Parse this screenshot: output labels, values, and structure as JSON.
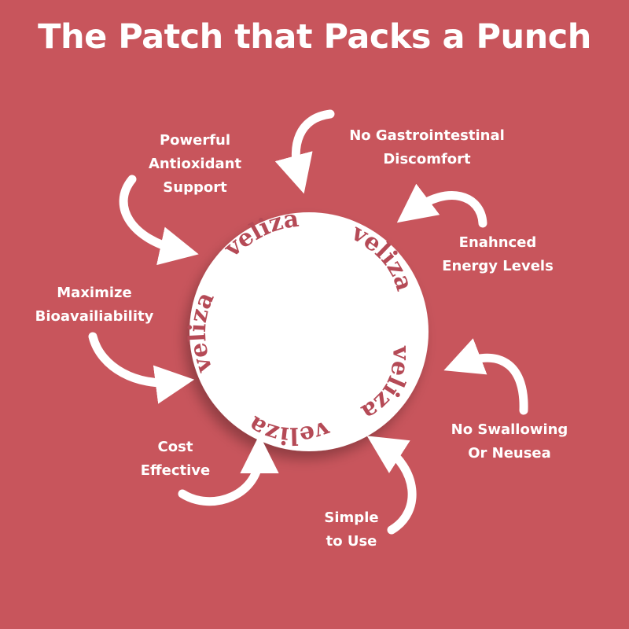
{
  "title": "The Patch that Packs a Punch",
  "brand": "veliza",
  "colors": {
    "background": "#c8555c",
    "accent": "#b54a56",
    "circle": "#ffffff",
    "text": "#ffffff"
  },
  "benefits": [
    {
      "line1": "No Gastrointestinal",
      "line2": "Discomfort"
    },
    {
      "line1": "Powerful",
      "line2": "Antioxidant",
      "line3": "Support"
    },
    {
      "line1": "Enahnced",
      "line2": "Energy Levels"
    },
    {
      "line1": "Maximize",
      "line2": "Bioavailiability"
    },
    {
      "line1": "No Swallowing",
      "line2": "Or Neusea"
    },
    {
      "line1": "Cost",
      "line2": "Effective"
    },
    {
      "line1": "Simple",
      "line2": "to Use"
    }
  ]
}
